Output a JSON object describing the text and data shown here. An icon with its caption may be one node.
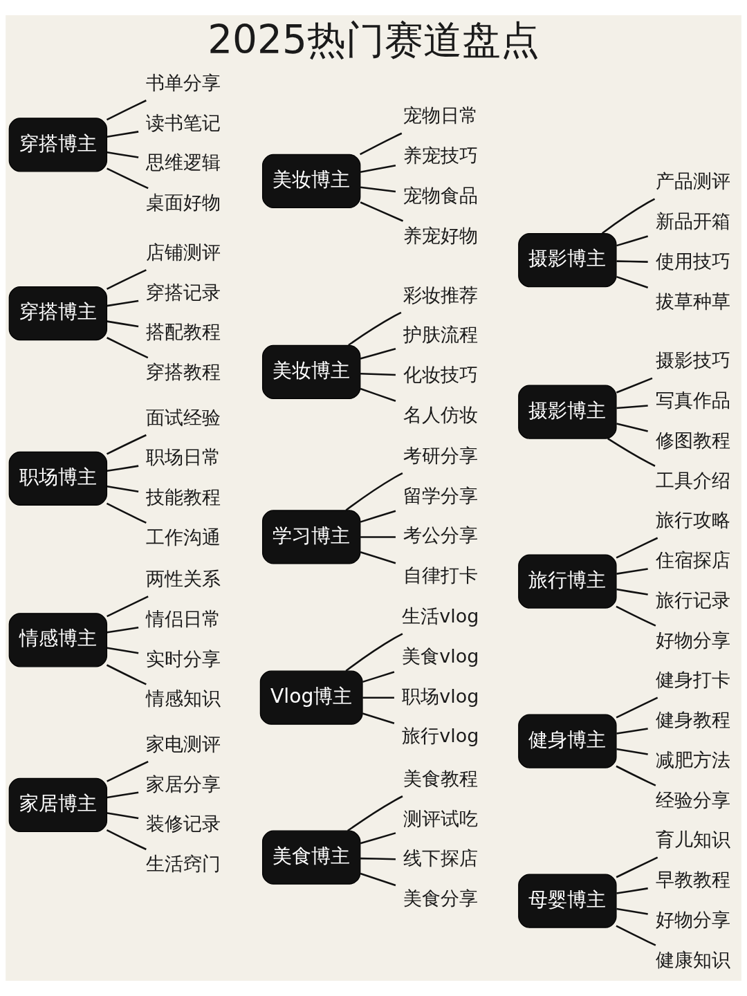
{
  "diagram": {
    "title": "2025热门赛道盘点",
    "nodes": [
      {
        "text": [
          "家居博主"
        ]
      },
      {
        "text": [
          "家电测评"
        ]
      },
      {
        "text": [
          "家居分享"
        ]
      },
      {
        "text": [
          "装修记录"
        ]
      },
      {
        "text": [
          "生活窍门"
        ]
      },
      {
        "text": [
          "美食博主"
        ]
      },
      {
        "text": [
          "美食教程"
        ]
      },
      {
        "text": [
          "测评试吃"
        ]
      },
      {
        "text": [
          "线下探店"
        ]
      },
      {
        "text": [
          "美食分享"
        ]
      },
      {
        "text": [
          "母婴博主"
        ]
      },
      {
        "text": [
          "育儿知识"
        ]
      },
      {
        "text": [
          "早教教程"
        ]
      },
      {
        "text": [
          "好物分享"
        ]
      },
      {
        "text": [
          "健康知识"
        ]
      },
      {
        "text": [
          "情感博主"
        ]
      },
      {
        "text": [
          "两性关系"
        ]
      },
      {
        "text": [
          "情侣日常"
        ]
      },
      {
        "text": [
          "实时分享"
        ]
      },
      {
        "text": [
          "情感知识"
        ]
      },
      {
        "text": [
          "Vlog博主"
        ]
      },
      {
        "text": [
          "生活vlog"
        ]
      },
      {
        "text": [
          "美食vlog"
        ]
      },
      {
        "text": [
          "职场vlog"
        ]
      },
      {
        "text": [
          "旅行vlog"
        ]
      },
      {
        "text": [
          "健身博主"
        ]
      },
      {
        "text": [
          "健身打卡"
        ]
      },
      {
        "text": [
          "健身教程"
        ]
      },
      {
        "text": [
          "减肥方法"
        ]
      },
      {
        "text": [
          "经验分享"
        ]
      },
      {
        "text": [
          "职场博主"
        ]
      },
      {
        "text": [
          "面试经验"
        ]
      },
      {
        "text": [
          "职场日常"
        ]
      },
      {
        "text": [
          "技能教程"
        ]
      },
      {
        "text": [
          "工作沟通"
        ]
      },
      {
        "text": [
          "学习博主"
        ]
      },
      {
        "text": [
          "考研分享"
        ]
      },
      {
        "text": [
          "留学分享"
        ]
      },
      {
        "text": [
          "考公分享"
        ]
      },
      {
        "text": [
          "自律打卡"
        ]
      },
      {
        "text": [
          "旅行博主"
        ]
      },
      {
        "text": [
          "旅行攻略"
        ]
      },
      {
        "text": [
          "住宿探店"
        ]
      },
      {
        "text": [
          "旅行记录"
        ]
      },
      {
        "text": [
          "好物分享"
        ]
      },
      {
        "text": [
          "穿搭博主"
        ]
      },
      {
        "text": [
          "店铺测评"
        ]
      },
      {
        "text": [
          "穿搭记录"
        ]
      },
      {
        "text": [
          "搭配教程"
        ]
      },
      {
        "text": [
          "穿搭教程"
        ]
      },
      {
        "text": [
          "美妆博主"
        ]
      },
      {
        "text": [
          "彩妆推荐"
        ]
      },
      {
        "text": [
          "护肤流程"
        ]
      },
      {
        "text": [
          "化妆技巧"
        ]
      },
      {
        "text": [
          "名人仿妆"
        ]
      },
      {
        "text": [
          "摄影博主"
        ]
      },
      {
        "text": [
          "摄影技巧"
        ]
      },
      {
        "text": [
          "写真作品"
        ]
      },
      {
        "text": [
          "修图教程"
        ]
      },
      {
        "text": [
          "工具介绍"
        ]
      },
      {
        "text": [
          "穿搭博主"
        ]
      },
      {
        "text": [
          "书单分享"
        ]
      },
      {
        "text": [
          "读书笔记"
        ]
      },
      {
        "text": [
          "思维逻辑"
        ]
      },
      {
        "text": [
          "桌面好物"
        ]
      },
      {
        "text": [
          "美妆博主"
        ]
      },
      {
        "text": [
          "宠物日常"
        ]
      },
      {
        "text": [
          "养宠技巧"
        ]
      },
      {
        "text": [
          "宠物食品"
        ]
      },
      {
        "text": [
          "养宠好物"
        ]
      },
      {
        "text": [
          "摄影博主"
        ]
      },
      {
        "text": [
          "产品测评"
        ]
      },
      {
        "text": [
          "新品开箱"
        ]
      },
      {
        "text": [
          "使用技巧"
        ]
      },
      {
        "text": [
          "拔草种草"
        ]
      }
    ],
    "edges": [
      {
        "from": 0,
        "to": 1,
        "arrow": "none"
      },
      {
        "from": 0,
        "to": 2,
        "arrow": "none"
      },
      {
        "from": 0,
        "to": 3,
        "arrow": "none"
      },
      {
        "from": 0,
        "to": 4,
        "arrow": "none"
      },
      {
        "from": 5,
        "to": 6,
        "arrow": "none"
      },
      {
        "from": 5,
        "to": 7,
        "arrow": "none"
      },
      {
        "from": 5,
        "to": 8,
        "arrow": "none"
      },
      {
        "from": 5,
        "to": 9,
        "arrow": "none"
      },
      {
        "from": 10,
        "to": 11,
        "arrow": "none"
      },
      {
        "from": 10,
        "to": 12,
        "arrow": "none"
      },
      {
        "from": 10,
        "to": 13,
        "arrow": "none"
      },
      {
        "from": 10,
        "to": 14,
        "arrow": "none"
      },
      {
        "from": 15,
        "to": 16,
        "arrow": "none"
      },
      {
        "from": 15,
        "to": 17,
        "arrow": "none"
      },
      {
        "from": 15,
        "to": 18,
        "arrow": "none"
      },
      {
        "from": 15,
        "to": 19,
        "arrow": "none"
      },
      {
        "from": 20,
        "to": 21,
        "arrow": "none"
      },
      {
        "from": 20,
        "to": 22,
        "arrow": "none"
      },
      {
        "from": 20,
        "to": 23,
        "arrow": "none"
      },
      {
        "from": 20,
        "to": 24,
        "arrow": "none"
      },
      {
        "from": 25,
        "to": 26,
        "arrow": "none"
      },
      {
        "from": 25,
        "to": 27,
        "arrow": "none"
      },
      {
        "from": 25,
        "to": 28,
        "arrow": "none"
      },
      {
        "from": 25,
        "to": 29,
        "arrow": "none"
      },
      {
        "from": 30,
        "to": 31,
        "arrow": "none"
      },
      {
        "from": 30,
        "to": 32,
        "arrow": "none"
      },
      {
        "from": 30,
        "to": 33,
        "arrow": "none"
      },
      {
        "from": 30,
        "to": 34,
        "arrow": "none"
      },
      {
        "from": 35,
        "to": 36,
        "arrow": "none"
      },
      {
        "from": 35,
        "to": 37,
        "arrow": "none"
      },
      {
        "from": 35,
        "to": 38,
        "arrow": "none"
      },
      {
        "from": 35,
        "to": 39,
        "arrow": "none"
      },
      {
        "from": 40,
        "to": 41,
        "arrow": "none"
      },
      {
        "from": 40,
        "to": 42,
        "arrow": "none"
      },
      {
        "from": 40,
        "to": 43,
        "arrow": "none"
      },
      {
        "from": 40,
        "to": 44,
        "arrow": "none"
      },
      {
        "from": 45,
        "to": 46,
        "arrow": "none"
      },
      {
        "from": 45,
        "to": 47,
        "arrow": "none"
      },
      {
        "from": 45,
        "to": 48,
        "arrow": "none"
      },
      {
        "from": 45,
        "to": 49,
        "arrow": "none"
      },
      {
        "from": 50,
        "to": 51,
        "arrow": "none"
      },
      {
        "from": 50,
        "to": 52,
        "arrow": "none"
      },
      {
        "from": 50,
        "to": 53,
        "arrow": "none"
      },
      {
        "from": 50,
        "to": 54,
        "arrow": "none"
      },
      {
        "from": 55,
        "to": 56,
        "arrow": "none"
      },
      {
        "from": 55,
        "to": 57,
        "arrow": "none"
      },
      {
        "from": 55,
        "to": 58,
        "arrow": "none"
      },
      {
        "from": 55,
        "to": 59,
        "arrow": "none"
      },
      {
        "from": 60,
        "to": 61,
        "arrow": "none"
      },
      {
        "from": 60,
        "to": 62,
        "arrow": "none"
      },
      {
        "from": 60,
        "to": 63,
        "arrow": "none"
      },
      {
        "from": 60,
        "to": 64,
        "arrow": "none"
      },
      {
        "from": 65,
        "to": 66,
        "arrow": "none"
      },
      {
        "from": 65,
        "to": 67,
        "arrow": "none"
      },
      {
        "from": 65,
        "to": 68,
        "arrow": "none"
      },
      {
        "from": 65,
        "to": 69,
        "arrow": "none"
      },
      {
        "from": 70,
        "to": 71,
        "arrow": "none"
      },
      {
        "from": 70,
        "to": 72,
        "arrow": "none"
      },
      {
        "from": 70,
        "to": 73,
        "arrow": "none"
      },
      {
        "from": 70,
        "to": 74,
        "arrow": "none"
      }
    ]
  }
}
